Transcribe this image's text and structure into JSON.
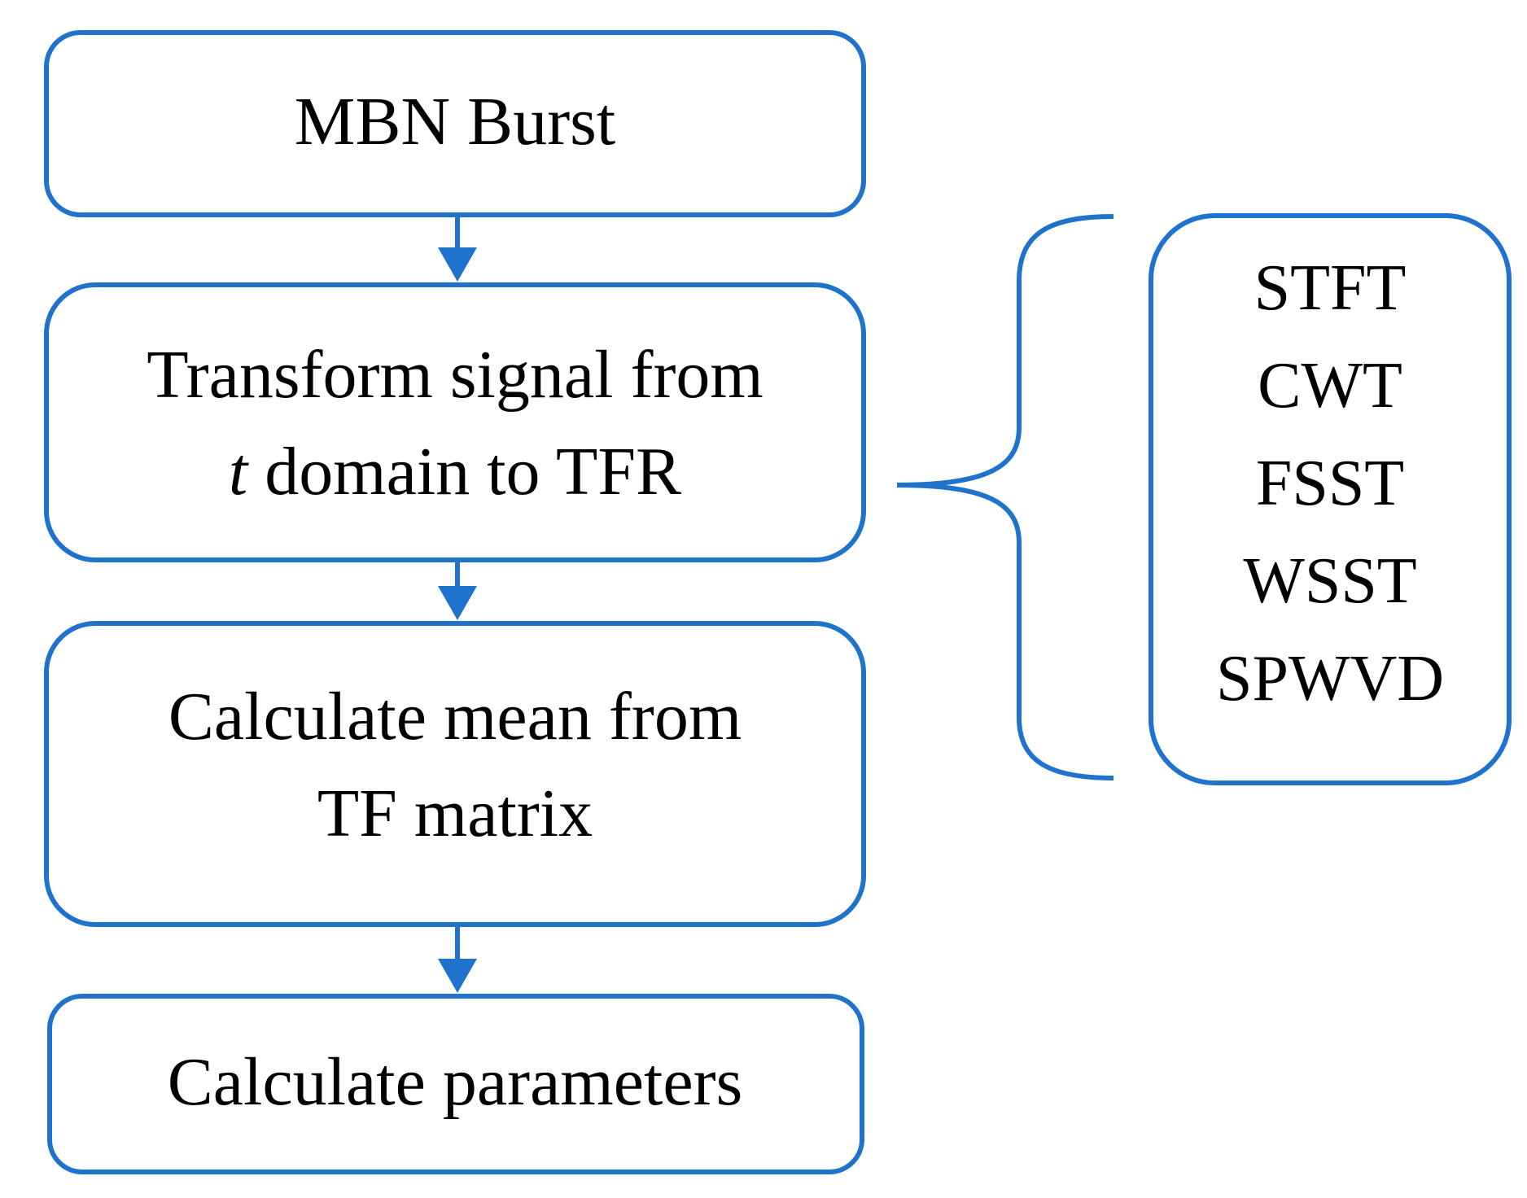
{
  "colors": {
    "accent": "#1f73cc",
    "text": "#000000",
    "background": "#ffffff"
  },
  "steps": [
    {
      "lines": [
        [
          "MBN Burst"
        ]
      ]
    },
    {
      "lines": [
        [
          "Transform signal from"
        ],
        [
          "t",
          " domain to TFR"
        ]
      ]
    },
    {
      "lines": [
        [
          "Calculate mean from"
        ],
        [
          "TF matrix"
        ]
      ]
    },
    {
      "lines": [
        [
          "Calculate parameters"
        ]
      ]
    }
  ],
  "methods": [
    "STFT",
    "CWT",
    "FSST",
    "WSST",
    "SPWVD"
  ]
}
